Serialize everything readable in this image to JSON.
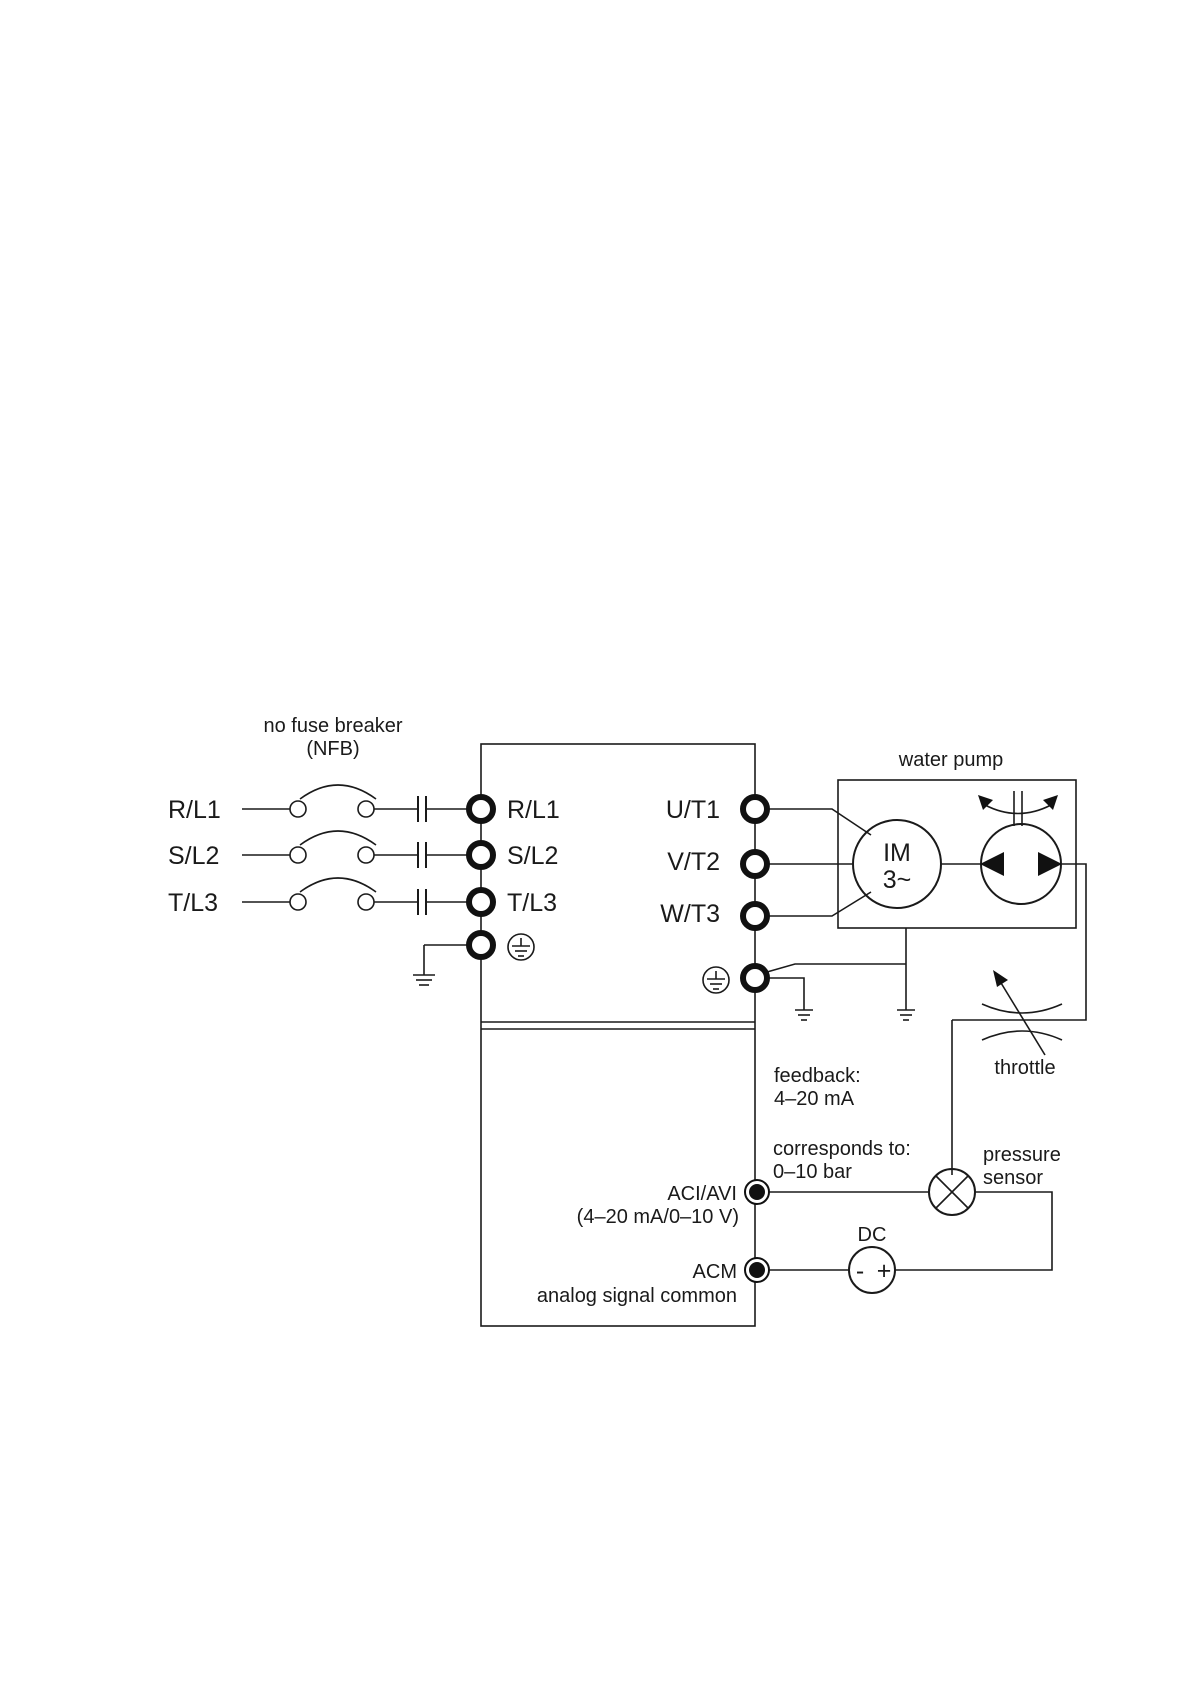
{
  "nfb": {
    "title": "no fuse breaker",
    "abbr": "(NFB)"
  },
  "inputs": [
    "R/L1",
    "S/L2",
    "T/L3"
  ],
  "drive_inputs": [
    "R/L1",
    "S/L2",
    "T/L3"
  ],
  "drive_outputs": [
    "U/T1",
    "V/T2",
    "W/T3"
  ],
  "pump": {
    "title": "water pump",
    "motor_line1": "IM",
    "motor_line2": "3~"
  },
  "throttle": "throttle",
  "feedback": {
    "line1": "feedback:",
    "line2": "4–20 mA"
  },
  "corresponds": {
    "line1": "corresponds to:",
    "line2": "0–10 bar"
  },
  "sensor": {
    "line1": "pressure",
    "line2": "sensor"
  },
  "aci": {
    "label": "ACI/AVI",
    "range": "(4–20 mA/0–10 V)"
  },
  "acm": {
    "label": "ACM",
    "desc": "analog signal common"
  },
  "dc": {
    "label": "DC",
    "minus": "-",
    "plus": "+"
  },
  "icons": [
    "ground-symbol-icon",
    "protective-earth-icon",
    "motor-icon",
    "pump-icon",
    "pressure-sensor-icon",
    "dc-source-icon"
  ]
}
